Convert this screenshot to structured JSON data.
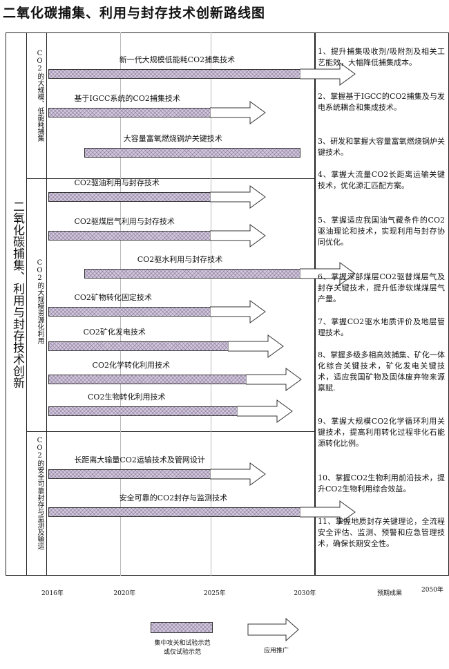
{
  "title": "二氧化碳捕集、利用与封存技术创新路线图",
  "left_title": "二氧化碳捕集、利用与封存技术创新",
  "groups": [
    {
      "label": "CO2的大规模、低能耗捕集"
    },
    {
      "label": "CO2的大规模资源化利用"
    },
    {
      "label": "CO2的安全可靠封存与监测及输运"
    }
  ],
  "technologies": [
    {
      "label": "新一代大规模低能耗CO2捕集技术",
      "start": 2016,
      "end": 2030,
      "arrow": true
    },
    {
      "label": "基于IGCC系统的CO2捕集技术",
      "start": 2016,
      "end": 2025,
      "arrow": true
    },
    {
      "label": "大容量富氧燃烧锅炉关键技术",
      "start": 2018,
      "end": 2030,
      "arrow": false
    },
    {
      "label": "CO2驱油利用与封存技术",
      "start": 2016,
      "end": 2025,
      "arrow": true
    },
    {
      "label": "CO2驱煤层气利用与封存技术",
      "start": 2016,
      "end": 2025,
      "arrow": true
    },
    {
      "label": "CO2驱水利用与封存技术",
      "start": 2018,
      "end": 2030,
      "arrow": true
    },
    {
      "label": "CO2矿物转化固定技术",
      "start": 2016,
      "end": 2025,
      "arrow": true
    },
    {
      "label": "CO2矿化发电技术",
      "start": 2016,
      "end": 2026,
      "arrow": true
    },
    {
      "label": "CO2化学转化利用技术",
      "start": 2016,
      "end": 2027,
      "arrow": true
    },
    {
      "label": "CO2生物转化利用技术",
      "start": 2016,
      "end": 2026.5,
      "arrow": true
    },
    {
      "label": "长距离大输量CO2运输技术及管网设计",
      "start": 2016,
      "end": 2025,
      "arrow": true
    },
    {
      "label": "安全可靠的CO2封存与监测技术",
      "start": 2016,
      "end": 2030,
      "arrow": true
    }
  ],
  "outcomes": [
    "1、提升捕集吸收剂/吸附剂及相关工艺能效，大幅降低捕集成本。",
    "2、掌握基于IGCC的CO2捕集及与发电系统耦合和集成技术。",
    "3、研发和掌握大容量富氧燃烧锅炉关键技术。",
    "4、掌握大流量CO2长距离运输关键技术，优化源汇匹配方案。",
    "5、掌握适应我国油气藏条件的CO2驱油理论和技术，实现利用与封存协同优化。",
    "6、掌握深部煤层CO2驱替煤层气及封存关键技术，提升低渗软煤煤层气产量。",
    "7、掌握CO2驱水地质评价及地层管理技术。",
    "8、掌握多级多相高效捕集、矿化一体化综合关键技术，矿化发电关键技术，适应我国矿物及固体废弃物来源禀赋.",
    "9、掌握大规模CO2化学循环利用关键技术，提高利用转化过程非化石能源转化比例。",
    "10、掌握CO2生物利用前沿技术，提升CO2生物利用综合效益。",
    "11、掌握地质封存关键理论，全流程安全评估、监测、预警和应急管理技术，确保长期安全性。"
  ],
  "axis": {
    "ticks": [
      "2016年",
      "2020年",
      "2025年",
      "2030年"
    ],
    "tick_years": [
      2016,
      2020,
      2025,
      2030
    ],
    "outcome_label": "预期成果",
    "end_label": "2050年"
  },
  "legend": {
    "hatch_label_1": "集中攻关和试验示范",
    "hatch_label_2": "或仅试验示范",
    "arrow_label": "应用推广"
  },
  "colors": {
    "hatch": "#d2c8dd",
    "line": "#222222"
  }
}
